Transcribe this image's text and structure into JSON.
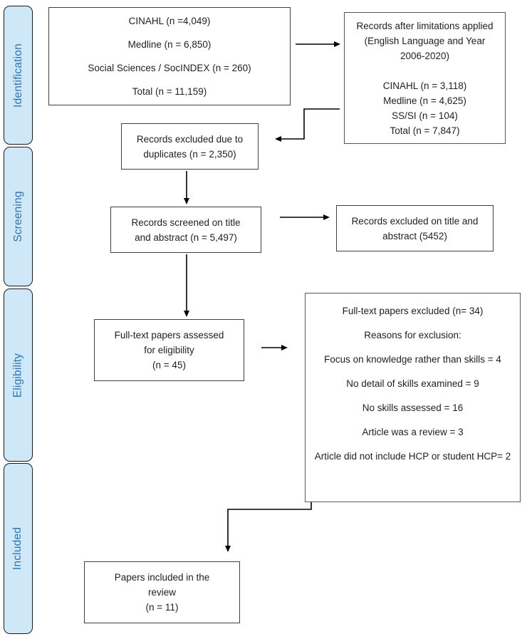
{
  "diagram": {
    "type": "prisma-flow",
    "colors": {
      "stage_fill": "#cee8f8",
      "stage_text": "#2e74b5",
      "box_border": "#404040",
      "arrow": "#000000",
      "background": "#ffffff"
    },
    "sidebar": {
      "stages": [
        {
          "label": "Identification"
        },
        {
          "label": "Screening"
        },
        {
          "label": "Eligibility"
        },
        {
          "label": "Included"
        }
      ]
    },
    "boxes": {
      "search_totals": {
        "lines": [
          "CINAHL (n =4,049)",
          "Medline (n = 6,850)",
          "Social Sciences / SocINDEX (n = 260)",
          "Total (n = 11,159)"
        ]
      },
      "after_limitations": {
        "lines": [
          "Records after limitations applied",
          "(English Language and Year",
          "2006-2020)",
          "",
          "CINAHL (n = 3,118)",
          "Medline (n = 4,625)",
          "SS/SI (n = 104)",
          "Total (n = 7,847)"
        ]
      },
      "duplicates_excluded": {
        "lines": [
          "Records excluded due to",
          "duplicates (n = 2,350)"
        ]
      },
      "title_abstract_screened": {
        "lines": [
          "Records screened on title",
          "and abstract (n = 5,497)"
        ]
      },
      "title_abstract_excluded": {
        "lines": [
          "Records excluded on title and",
          "abstract (5452)"
        ]
      },
      "fulltext_assessed": {
        "lines": [
          "Full-text papers assessed",
          "for eligibility",
          "(n = 45)"
        ]
      },
      "fulltext_excluded": {
        "lines": [
          "Full-text papers excluded (n= 34)",
          "Reasons for exclusion:",
          "Focus on knowledge rather than skills = 4",
          "No detail of skills examined = 9",
          "No skills assessed = 16",
          "Article was a review = 3",
          "Article did not include HCP or student HCP= 2"
        ]
      },
      "included_review": {
        "lines": [
          "Papers included in the",
          "review",
          "(n = 11)"
        ]
      }
    }
  }
}
